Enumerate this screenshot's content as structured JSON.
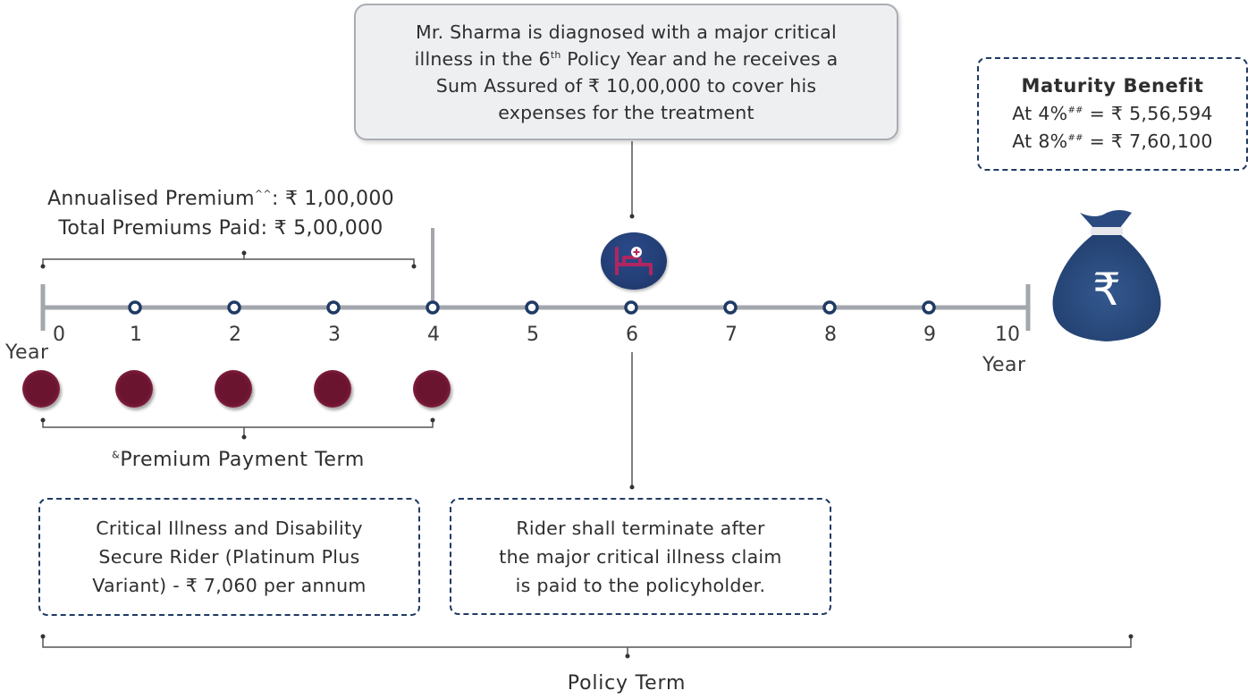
{
  "callout": {
    "line1": "Mr. Sharma is diagnosed with a major critical",
    "line2_pre": "illness in the 6",
    "line2_sup": "th",
    "line2_post": " Policy Year and he receives a",
    "line3": "Sum Assured of ₹ 10,00,000 to cover his",
    "line4": "expenses for the treatment"
  },
  "maturity": {
    "title": "Maturity Benefit",
    "row1_pre": "At 4%",
    "row1_sup": "##",
    "row1_post": " = ₹ 5,56,594",
    "row2_pre": "At 8%",
    "row2_sup": "##",
    "row2_post": " = ₹ 7,60,100"
  },
  "premium": {
    "annual_pre": "Annualised Premium",
    "annual_sup": "^^",
    "annual_post": ": ₹ 1,00,000",
    "total": "Total Premiums Paid: ₹ 5,00,000"
  },
  "timeline": {
    "ticks": [
      "0",
      "1",
      "2",
      "3",
      "4",
      "5",
      "6",
      "7",
      "8",
      "9",
      "10"
    ],
    "year_left": "Year",
    "year_right": "Year"
  },
  "premium_payment_term": {
    "sup": "&",
    "label": "Premium Payment Term"
  },
  "rider_box": {
    "line1": "Critical Illness and Disability",
    "line2": "Secure Rider (Platinum Plus",
    "line3": "Variant) - ₹ 7,060 per annum"
  },
  "termination_box": {
    "line1": "Rider shall terminate after",
    "line2": "the major critical illness claim",
    "line3": "is paid to the policyholder."
  },
  "policy_term": "Policy Term",
  "icons": {
    "hospital_bed": "hospital-bed-icon",
    "money_bag": "rupee-money-bag-icon",
    "rupee_symbol": "₹"
  },
  "colors": {
    "timeline": "#a3a7ad",
    "navy": "#1f3a64",
    "coin": "#6b1430",
    "bag": "#2f5388",
    "callout_bg": "#eeeff1"
  }
}
